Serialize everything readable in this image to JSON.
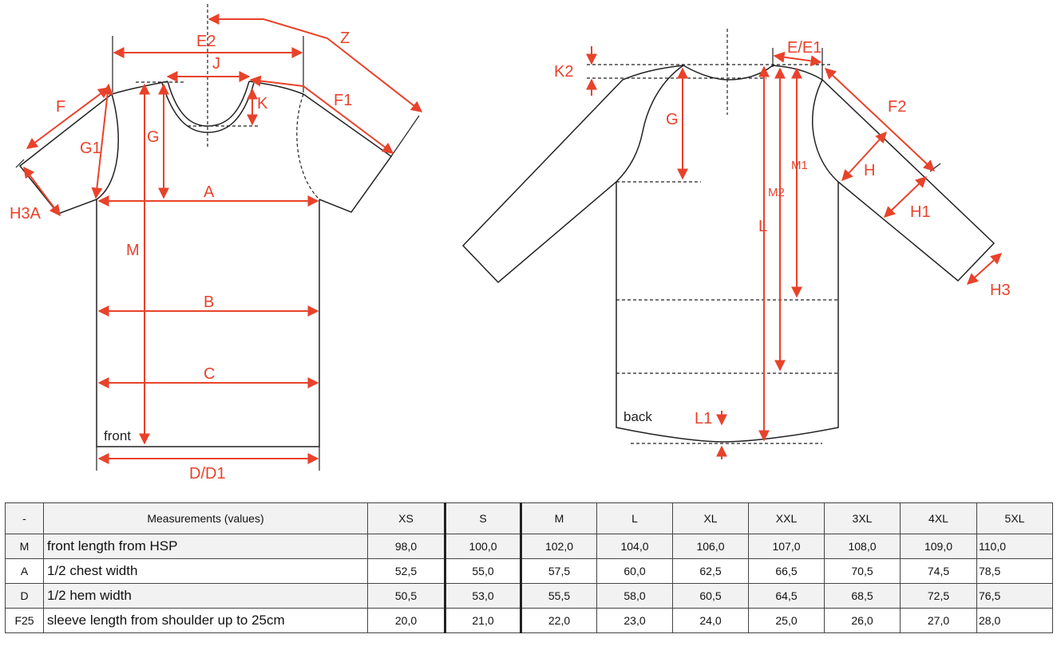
{
  "diagram": {
    "front_labels": {
      "Z": "Z",
      "E2": "E2",
      "J": "J",
      "F": "F",
      "F1": "F1",
      "K": "K",
      "G1": "G1",
      "G": "G",
      "A": "A",
      "H3A": "H3A",
      "M": "M",
      "B": "B",
      "C": "C",
      "D_D1": "D/D1",
      "front": "front"
    },
    "back_labels": {
      "K2": "K2",
      "E_E1": "E/E1",
      "G": "G",
      "F2": "F2",
      "M1": "M1",
      "M2": "M2",
      "H": "H",
      "H1": "H1",
      "L": "L",
      "H3": "H3",
      "L1": "L1",
      "back": "back"
    },
    "accent_color": "#e8422b"
  },
  "table": {
    "header": {
      "code": "-",
      "description": "Measurements (values)",
      "sizes": [
        "XS",
        "S",
        "M",
        "L",
        "XL",
        "XXL",
        "3XL",
        "4XL",
        "5XL"
      ]
    },
    "rows": [
      {
        "code": "M",
        "description": "front length from HSP",
        "values": [
          "98,0",
          "100,0",
          "102,0",
          "104,0",
          "106,0",
          "107,0",
          "108,0",
          "109,0",
          "110,0"
        ]
      },
      {
        "code": "A",
        "description": "1/2 chest width",
        "values": [
          "52,5",
          "55,0",
          "57,5",
          "60,0",
          "62,5",
          "66,5",
          "70,5",
          "74,5",
          "78,5"
        ]
      },
      {
        "code": "D",
        "description": "1/2 hem width",
        "values": [
          "50,5",
          "53,0",
          "55,5",
          "58,0",
          "60,5",
          "64,5",
          "68,5",
          "72,5",
          "76,5"
        ]
      },
      {
        "code": "F25",
        "description": "sleeve length from shoulder up to 25cm",
        "values": [
          "20,0",
          "21,0",
          "22,0",
          "23,0",
          "24,0",
          "25,0",
          "26,0",
          "27,0",
          "28,0"
        ]
      }
    ]
  }
}
